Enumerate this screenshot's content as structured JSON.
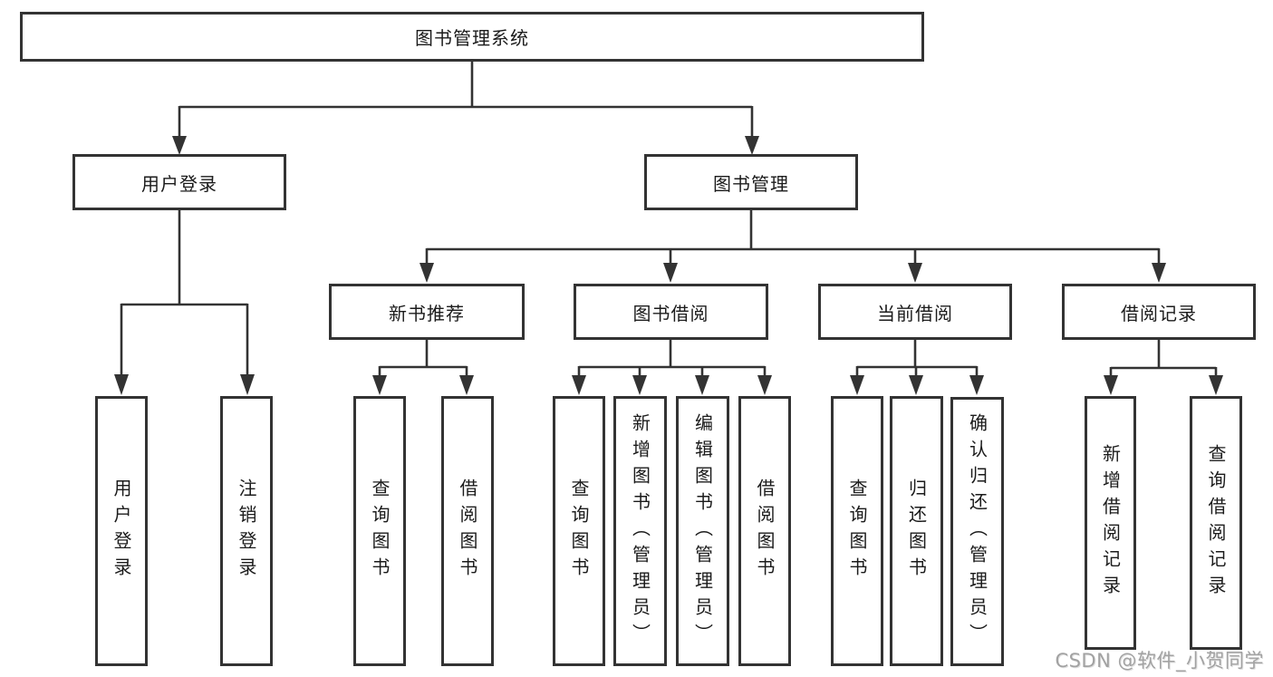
{
  "colors": {
    "line": "#333333",
    "box_border": "#333333",
    "box_fill": "#ffffff",
    "text": "#1b1b1b",
    "watermark": "#a2a2a2",
    "background": "#ffffff"
  },
  "diagram": {
    "root": {
      "label": "图书管理系统"
    },
    "branches": [
      {
        "label": "用户登录",
        "leaves": [
          "用户登录",
          "注销登录"
        ]
      },
      {
        "label": "图书管理",
        "children": [
          {
            "label": "新书推荐",
            "leaves": [
              "查询图书",
              "借阅图书"
            ]
          },
          {
            "label": "图书借阅",
            "leaves": [
              "查询图书",
              "新增图书（管理员）",
              "编辑图书（管理员）",
              "借阅图书"
            ]
          },
          {
            "label": "当前借阅",
            "leaves": [
              "查询图书",
              "归还图书",
              "确认归还（管理员）"
            ]
          },
          {
            "label": "借阅记录",
            "leaves": [
              "新增借阅记录",
              "查询借阅记录"
            ]
          }
        ]
      }
    ]
  },
  "watermark": {
    "text": "CSDN @软件_小贺同学"
  }
}
